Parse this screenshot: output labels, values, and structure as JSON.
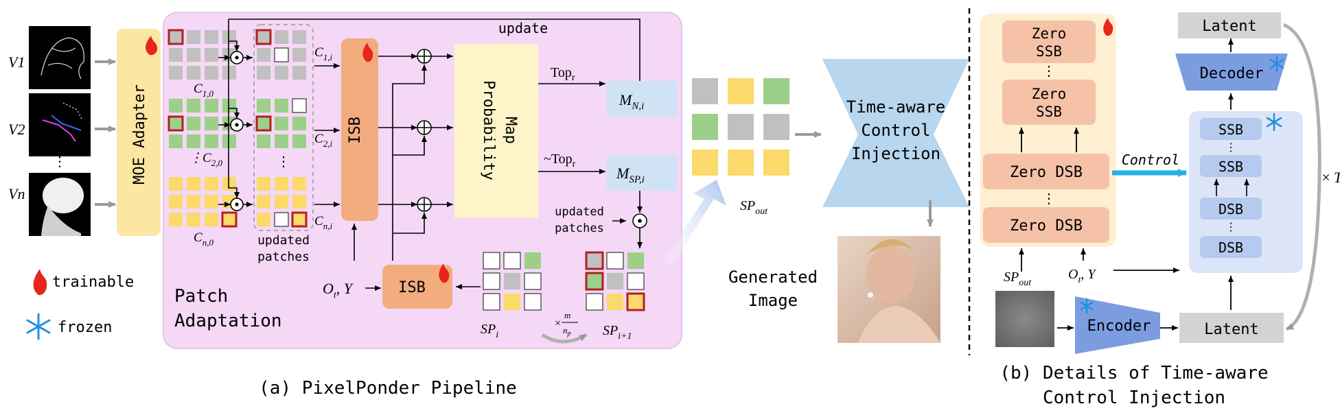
{
  "pipeline": {
    "inputs": [
      "V1",
      "V2",
      "⋮",
      "Vn"
    ],
    "moe_adapter": "MOE Adapter",
    "condition_labels": [
      "C1,0",
      "C2,0",
      "Cn,0"
    ],
    "updated_patches": "updated patches",
    "isb": "ISB",
    "c_i_labels": [
      "C1,i",
      "C2,i",
      "Cn,i"
    ],
    "update": "update",
    "probability_map": "Probability Map",
    "top_r": "Topr",
    "not_top_r": "~Topr",
    "m_n_i": "MN,i",
    "m_sp_i": "MSP,i",
    "updated_patches_2": "updated patches",
    "ot_y": "Ot, Y",
    "sp_i": "SPi",
    "sp_i1": "SPi+1",
    "scale_label": "× m/np",
    "patch_adaptation": [
      "Patch",
      "Adaptation"
    ],
    "sp_out": "SPout",
    "tci": [
      "Time-aware",
      "Control",
      "Injection"
    ],
    "generated_image": [
      "Generated",
      "Image"
    ],
    "legend": {
      "trainable": "trainable",
      "frozen": "frozen"
    },
    "caption_a": "(a) PixelPonder Pipeline"
  },
  "details": {
    "zero_ssb": [
      "Zero",
      "SSB"
    ],
    "zero_dsb": "Zero DSB",
    "control": "Control",
    "latent": "Latent",
    "decoder": "Decoder",
    "encoder": "Encoder",
    "ssb": "SSB",
    "dsb": "DSB",
    "times_t": "× T",
    "sp_out": "SPout",
    "ot_y": "Ot, Y",
    "caption_b": [
      "(b) Details of Time-aware",
      "Control Injection"
    ]
  },
  "colors": {
    "panel_pink": "#f4d8f6",
    "moe_yellow": "#fbe6a2",
    "isb_orange": "#f2ac7e",
    "prob_yellow": "#fdf5c9",
    "tci_blue": "#b8d6ee",
    "zero_panel": "#fdefd0",
    "zero_block": "#f5c2a8",
    "ssb_panel": "#dce5f7",
    "ssb_block": "#b6c9ee",
    "decoder_blue": "#7b9de0",
    "latent_gray": "#d3d3d3",
    "control_cyan": "#22b0e8",
    "gray": "#c0c0c0",
    "green": "#9ccf8a",
    "yellow": "#fbd96a"
  }
}
